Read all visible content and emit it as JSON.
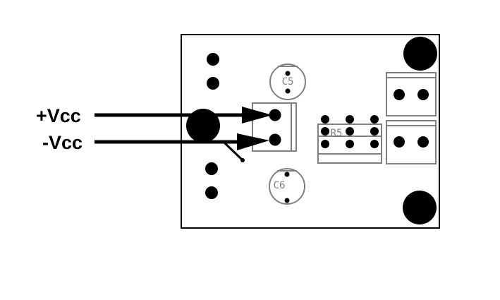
{
  "labels": {
    "vcc_plus": "+Vcc",
    "vcc_minus": "-Vcc"
  },
  "components": {
    "c5": "C5",
    "c6": "C6",
    "r5": "R5"
  },
  "colors": {
    "ink": "#000000",
    "silkscreen": "#808080",
    "background": "#ffffff"
  }
}
